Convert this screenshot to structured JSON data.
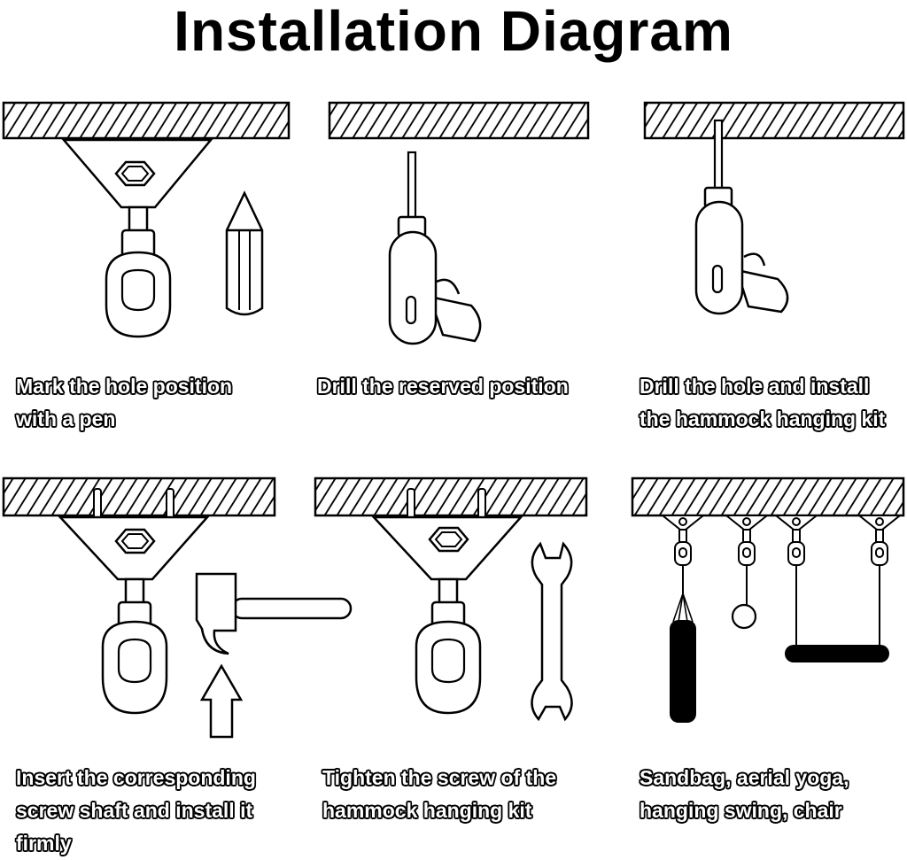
{
  "title": "Installation Diagram",
  "steps": [
    {
      "caption": "Mark the hole position\nwith a pen"
    },
    {
      "caption": "Drill the reserved position"
    },
    {
      "caption": "Drill the hole and install\nthe hammock hanging kit"
    },
    {
      "caption": "Insert the corresponding\nscrew shaft and install it\nfirmly"
    },
    {
      "caption": "Tighten the screw of the\nhammock hanging kit"
    },
    {
      "caption": "Sandbag, aerial yoga,\nhanging swing, chair"
    }
  ],
  "colors": {
    "line": "#000000",
    "fill": "#ffffff",
    "caption_fill": "#ffffff",
    "caption_outline": "#000000"
  }
}
